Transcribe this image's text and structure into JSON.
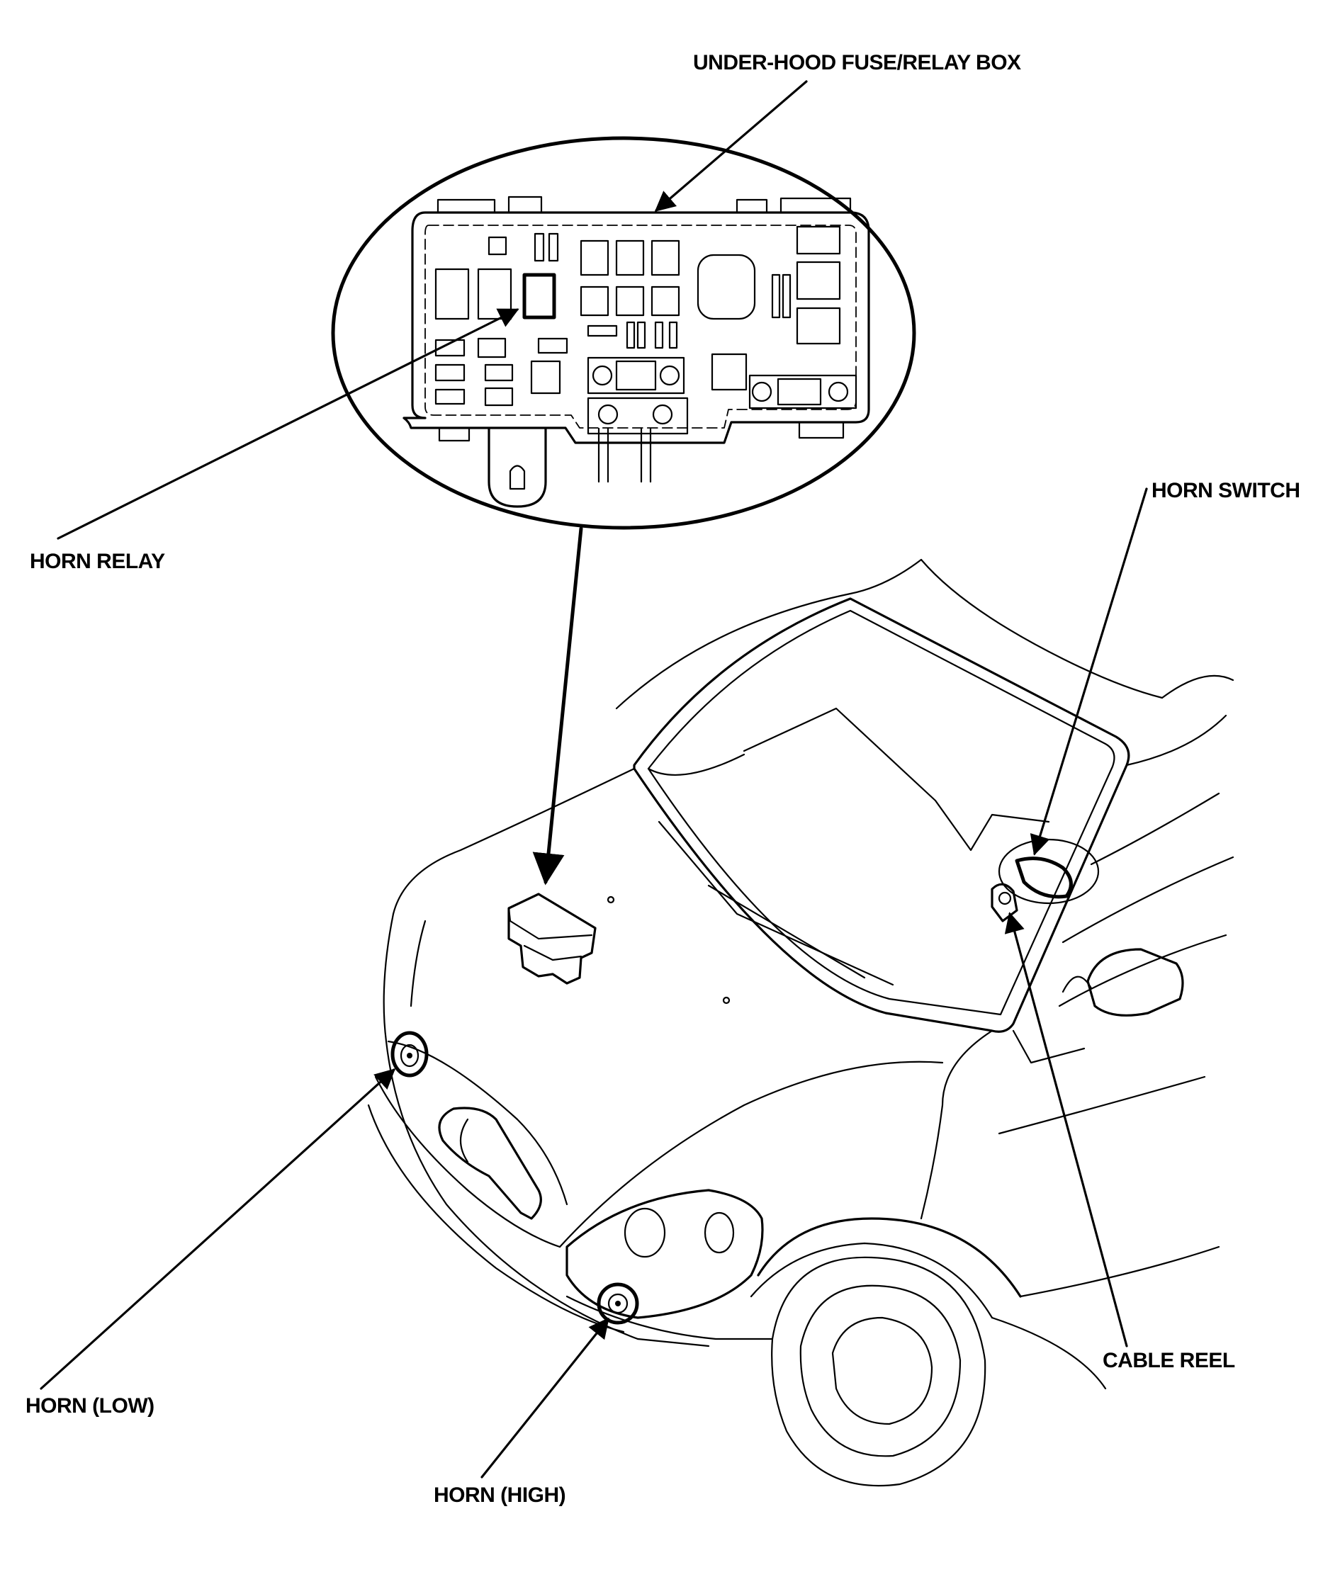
{
  "labels": {
    "fuse_box": "UNDER-HOOD FUSE/RELAY BOX",
    "horn_relay": "HORN RELAY",
    "horn_switch": "HORN SWITCH",
    "cable_reel": "CABLE REEL",
    "horn_low": "HORN (LOW)",
    "horn_high": "HORN (HIGH)"
  }
}
